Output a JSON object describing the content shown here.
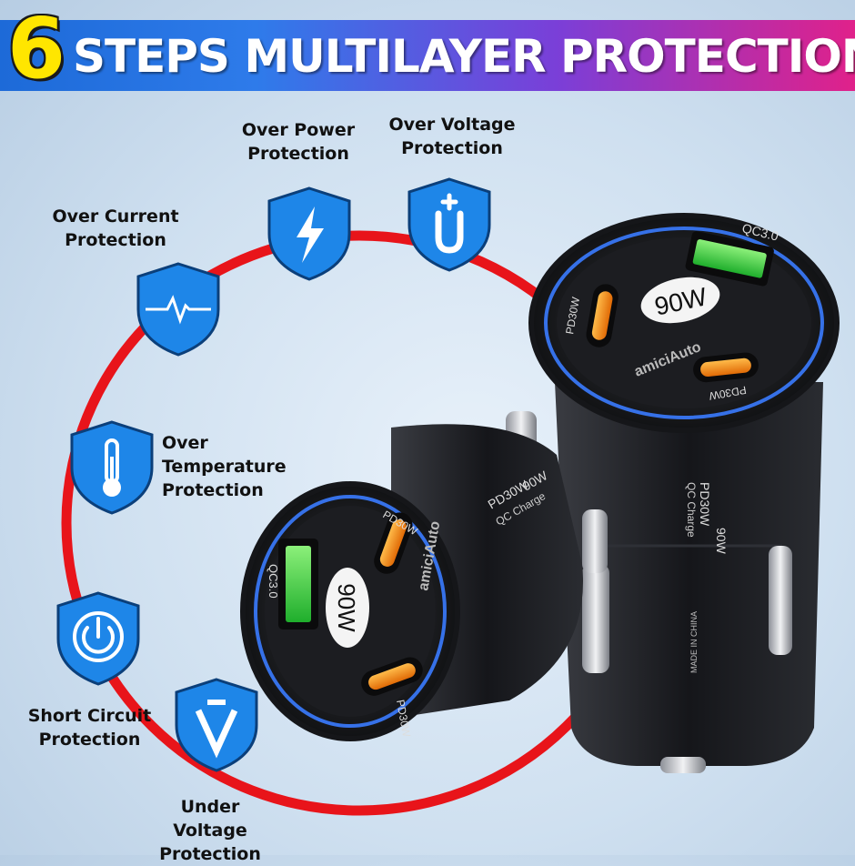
{
  "banner": {
    "number": "6",
    "title": "STEPS MULTILAYER PROTECTION",
    "colors": {
      "number": "#ffe600",
      "start": "#1d6ad8",
      "end": "#e0218a"
    }
  },
  "protections": [
    {
      "line1": "Over Power",
      "line2": "Protection",
      "icon": "lightning-icon"
    },
    {
      "line1": "Over Voltage",
      "line2": "Protection",
      "icon": "magnet-plus-icon"
    },
    {
      "line1": "Over Current",
      "line2": "Protection",
      "icon": "pulse-icon"
    },
    {
      "line1": "Over",
      "line2": "Temperature",
      "line3": "Protection",
      "icon": "thermometer-icon"
    },
    {
      "line1": "Short Circuit",
      "line2": "Protection",
      "icon": "power-icon"
    },
    {
      "line1": "Under Voltage",
      "line2": "Protection",
      "icon": "low-voltage-icon"
    }
  ],
  "charger_back": {
    "brand": "amiciAuto",
    "badge": "90W",
    "port_top": "QC3.0",
    "port_left": "PD30W",
    "port_right": "PD30W",
    "side_text_1": "PD30W",
    "side_text_2": "QC Charge",
    "side_text_3": "90W",
    "made_in": "MADE IN CHINA"
  },
  "charger_front": {
    "brand": "amiciAuto",
    "badge": "90W",
    "port_left": "QC3.0",
    "port_top": "PD30W",
    "port_bottom": "PD30W",
    "side_text_1": "PD30W",
    "side_text_2": "QC Charge",
    "side_text_3": "90W"
  },
  "colors": {
    "ring": "#e8141a",
    "shield": "#1e86e8",
    "charger_body": "#1b1c20",
    "glow": "#3a7bff"
  }
}
